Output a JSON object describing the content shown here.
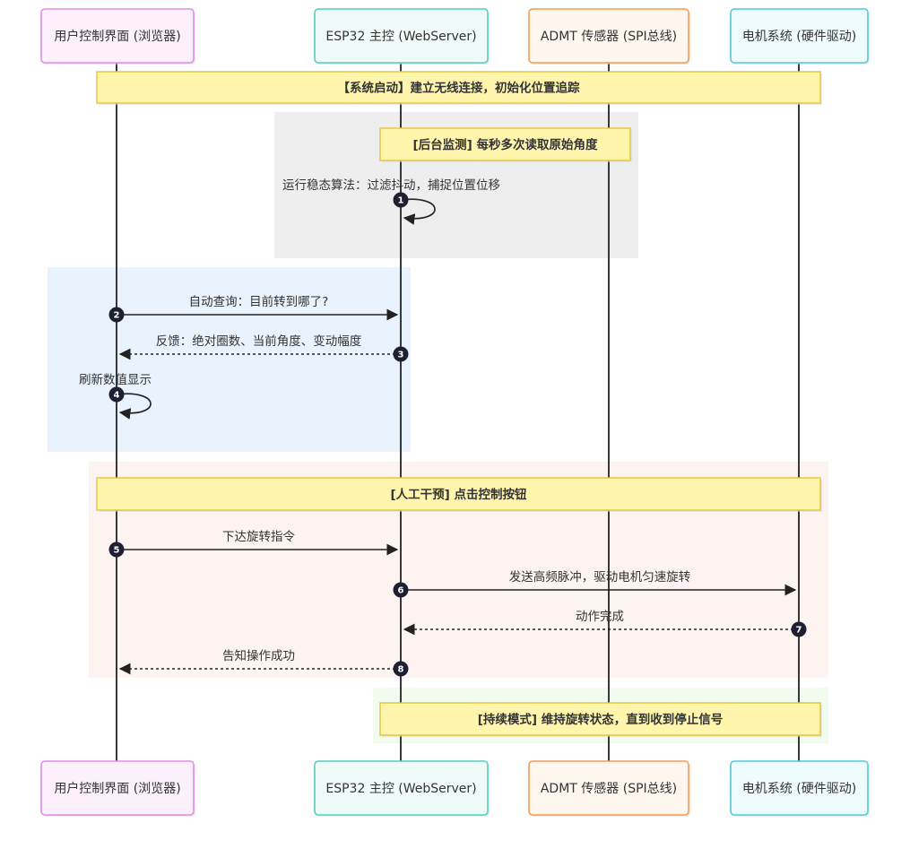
{
  "actors": [
    {
      "id": "ui",
      "label": "用户控制界面 (浏览器)",
      "fill": "#fdf0fd",
      "stroke": "#e28ae8"
    },
    {
      "id": "esp",
      "label": "ESP32 主控 (WebServer)",
      "fill": "#effbf8",
      "stroke": "#52cfbd"
    },
    {
      "id": "admt",
      "label": "ADMT 传感器 (SPI总线)",
      "fill": "#fff6ee",
      "stroke": "#f29b55"
    },
    {
      "id": "motor",
      "label": "电机系统 (硬件驱动)",
      "fill": "#effcfd",
      "stroke": "#4fcad9"
    }
  ],
  "regions": [
    {
      "id": "monitor",
      "color": "#eeeeee"
    },
    {
      "id": "query",
      "color": "#e8f3fe"
    },
    {
      "id": "control",
      "color": "#fdf3f1"
    },
    {
      "id": "continuous",
      "color": "#f1fbee"
    }
  ],
  "notes": [
    {
      "id": "startup",
      "text": "【系统启动】建立无线连接，初始化位置追踪"
    },
    {
      "id": "background",
      "text": "[后台监测] 每秒多次读取原始角度"
    },
    {
      "id": "manual",
      "text": "[人工干预] 点击控制按钮"
    },
    {
      "id": "continuous",
      "text": "[持续模式] 维持旋转状态，直到收到停止信号"
    }
  ],
  "messages": [
    {
      "num": "1",
      "text": "运行稳态算法：过滤抖动，捕捉位置位移",
      "from": "esp",
      "to": "esp",
      "style": "self"
    },
    {
      "num": "2",
      "text": "自动查询：目前转到哪了?",
      "from": "ui",
      "to": "esp",
      "style": "solid"
    },
    {
      "num": "3",
      "text": "反馈：绝对圈数、当前角度、变动幅度",
      "from": "esp",
      "to": "ui",
      "style": "dotted"
    },
    {
      "num": "4",
      "text": "刷新数值显示",
      "from": "ui",
      "to": "ui",
      "style": "self"
    },
    {
      "num": "5",
      "text": "下达旋转指令",
      "from": "ui",
      "to": "esp",
      "style": "solid"
    },
    {
      "num": "6",
      "text": "发送高频脉冲，驱动电机匀速旋转",
      "from": "esp",
      "to": "motor",
      "style": "solid"
    },
    {
      "num": "7",
      "text": "动作完成",
      "from": "motor",
      "to": "esp",
      "style": "dotted"
    },
    {
      "num": "8",
      "text": "告知操作成功",
      "from": "esp",
      "to": "ui",
      "style": "dotted"
    }
  ],
  "colors": {
    "lifeline": "#222222",
    "note_fill": "#fff5ad",
    "note_stroke": "#e5c43a",
    "marker": "#1f1f33"
  }
}
